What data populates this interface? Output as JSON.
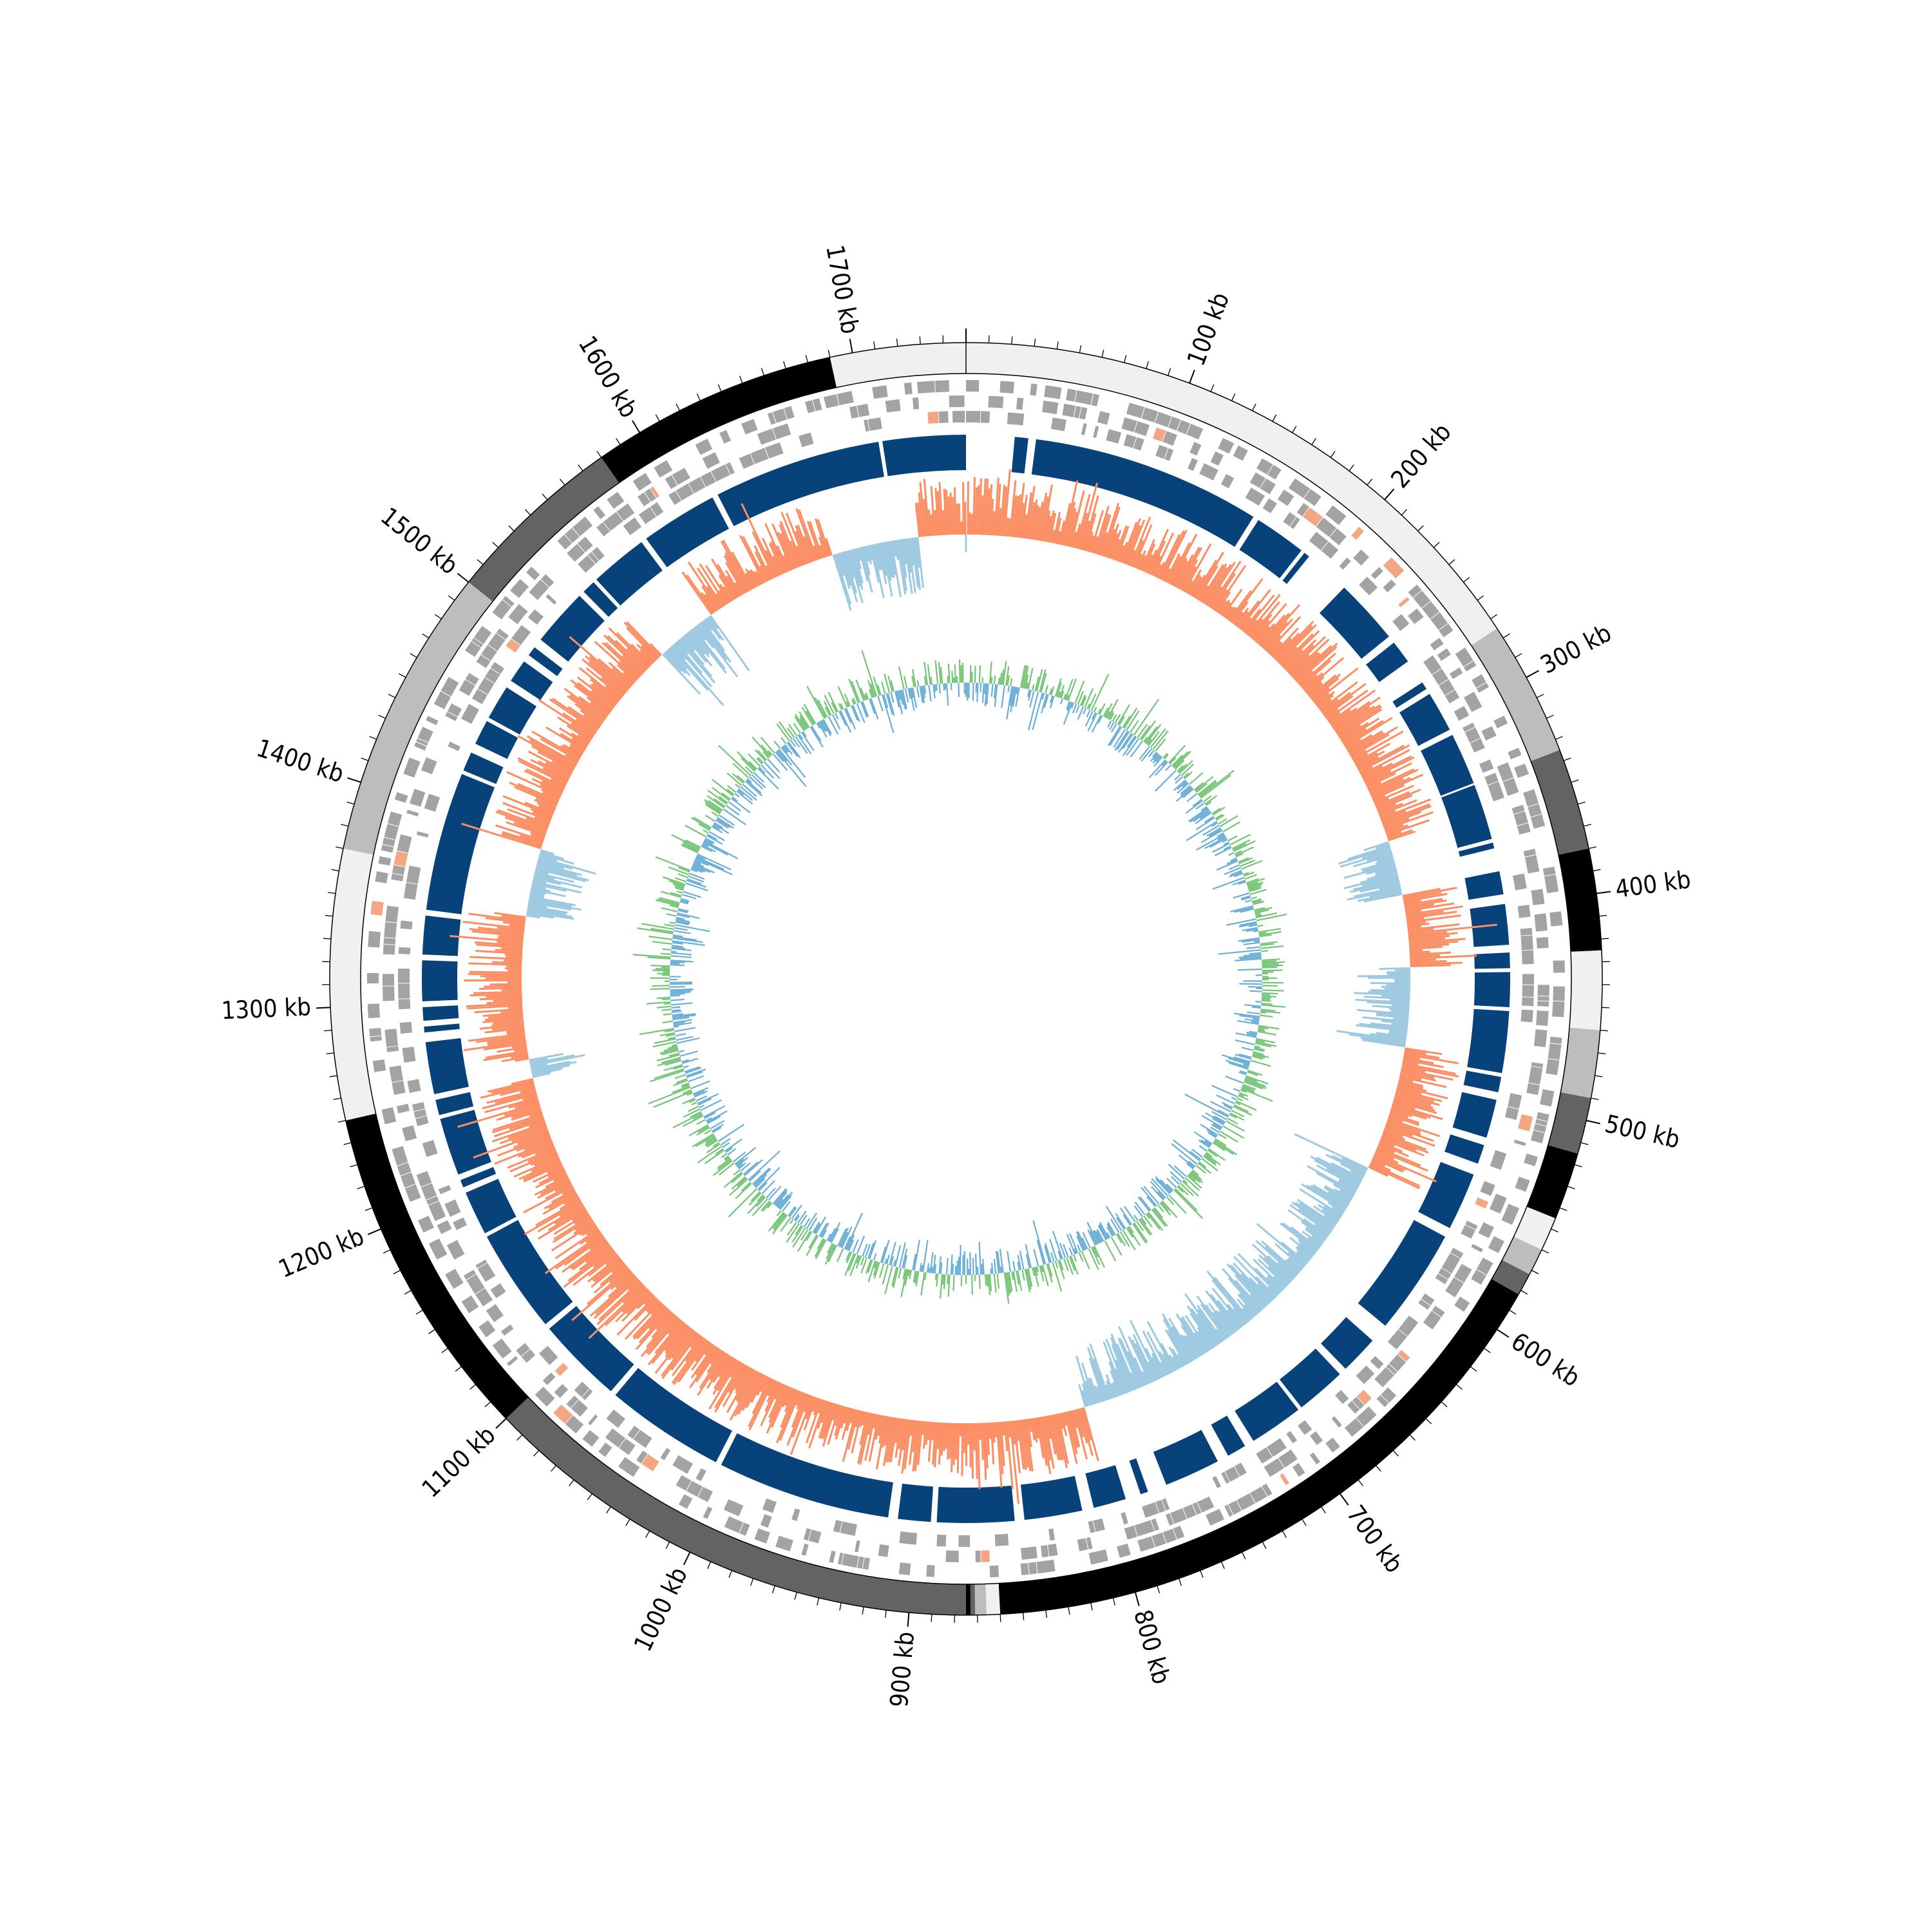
{
  "genome": {
    "length_kb": 1750,
    "tick_labels": [
      {
        "kb": 100,
        "text": "100 kb"
      },
      {
        "kb": 200,
        "text": "200 kb"
      },
      {
        "kb": 300,
        "text": "300 kb"
      },
      {
        "kb": 400,
        "text": "400 kb"
      },
      {
        "kb": 500,
        "text": "500 kb"
      },
      {
        "kb": 600,
        "text": "600 kb"
      },
      {
        "kb": 700,
        "text": "700 kb"
      },
      {
        "kb": 800,
        "text": "800 kb"
      },
      {
        "kb": 900,
        "text": "900 kb"
      },
      {
        "kb": 1000,
        "text": "1000 kb"
      },
      {
        "kb": 1100,
        "text": "1100 kb"
      },
      {
        "kb": 1200,
        "text": "1200 kb"
      },
      {
        "kb": 1300,
        "text": "1300 kb"
      },
      {
        "kb": 1400,
        "text": "1400 kb"
      },
      {
        "kb": 1500,
        "text": "1500 kb"
      },
      {
        "kb": 1600,
        "text": "1600 kb"
      },
      {
        "kb": 1700,
        "text": "1700 kb"
      }
    ],
    "minor_tick_kb": 10
  },
  "contigs": [
    {
      "start": 0,
      "end": 275,
      "color": "#f0f0f0"
    },
    {
      "start": 275,
      "end": 335,
      "color": "#bdbdbd"
    },
    {
      "start": 335,
      "end": 380,
      "color": "#636363"
    },
    {
      "start": 380,
      "end": 425,
      "color": "#000000"
    },
    {
      "start": 425,
      "end": 460,
      "color": "#f0f0f0"
    },
    {
      "start": 460,
      "end": 490,
      "color": "#bdbdbd"
    },
    {
      "start": 490,
      "end": 515,
      "color": "#636363"
    },
    {
      "start": 515,
      "end": 545,
      "color": "#000000"
    },
    {
      "start": 545,
      "end": 560,
      "color": "#f0f0f0"
    },
    {
      "start": 560,
      "end": 572,
      "color": "#bdbdbd"
    },
    {
      "start": 572,
      "end": 582,
      "color": "#636363"
    },
    {
      "start": 582,
      "end": 860,
      "color": "#000000"
    },
    {
      "start": 860,
      "end": 866,
      "color": "#f0f0f0"
    },
    {
      "start": 866,
      "end": 871,
      "color": "#bdbdbd"
    },
    {
      "start": 871,
      "end": 873,
      "color": "#636363"
    },
    {
      "start": 873,
      "end": 875,
      "color": "#000000"
    },
    {
      "start": 875,
      "end": 1100,
      "color": "#636363"
    },
    {
      "start": 1100,
      "end": 1250,
      "color": "#000000"
    },
    {
      "start": 1250,
      "end": 1370,
      "color": "#f0f0f0"
    },
    {
      "start": 1370,
      "end": 1500,
      "color": "#bdbdbd"
    },
    {
      "start": 1500,
      "end": 1580,
      "color": "#636363"
    },
    {
      "start": 1580,
      "end": 1690,
      "color": "#000000"
    },
    {
      "start": 1690,
      "end": 1750,
      "color": "#f0f0f0"
    }
  ],
  "blast_blocks": [
    [
      25,
      32
    ],
    [
      36,
      155
    ],
    [
      158,
      185
    ],
    [
      187,
      190
    ],
    [
      214,
      248
    ],
    [
      252,
      264
    ],
    [
      277,
      281
    ],
    [
      284,
      305
    ],
    [
      308,
      335
    ],
    [
      336,
      365
    ],
    [
      367,
      370
    ],
    [
      382,
      394
    ],
    [
      399,
      420
    ],
    [
      424,
      432
    ],
    [
      434,
      452
    ],
    [
      454,
      486
    ],
    [
      488,
      496
    ],
    [
      500,
      520
    ],
    [
      524,
      534
    ],
    [
      540,
      570
    ],
    [
      575,
      630
    ],
    [
      640,
      660
    ],
    [
      664,
      690
    ],
    [
      692,
      720
    ],
    [
      725,
      735
    ],
    [
      741,
      770
    ],
    [
      780,
      784
    ],
    [
      792,
      809
    ],
    [
      815,
      845
    ],
    [
      850,
      890
    ],
    [
      893,
      910
    ],
    [
      915,
      1005
    ],
    [
      1008,
      1070
    ],
    [
      1073,
      1118
    ],
    [
      1121,
      1175
    ],
    [
      1177,
      1200
    ],
    [
      1203,
      1207
    ],
    [
      1210,
      1240
    ],
    [
      1242,
      1250
    ],
    [
      1253,
      1280
    ],
    [
      1285,
      1288
    ],
    [
      1291,
      1298
    ],
    [
      1301,
      1322
    ],
    [
      1325,
      1345
    ],
    [
      1348,
      1420
    ],
    [
      1422,
      1432
    ],
    [
      1437,
      1450
    ],
    [
      1452,
      1470
    ],
    [
      1474,
      1486
    ],
    [
      1490,
      1495
    ],
    [
      1500,
      1530
    ],
    [
      1533,
      1540
    ],
    [
      1542,
      1572
    ],
    [
      1575,
      1615
    ],
    [
      1618,
      1705
    ],
    [
      1707,
      1750
    ]
  ],
  "colors": {
    "blast": "#08427b",
    "cds": "#a3a3a3",
    "cds_accent": "#f4a582",
    "gc_above": "#fc8d62",
    "gc_below": "#9ecae1",
    "skew_pos": "#74c476",
    "skew_neg": "#6baed6",
    "axis": "#000000"
  }
}
